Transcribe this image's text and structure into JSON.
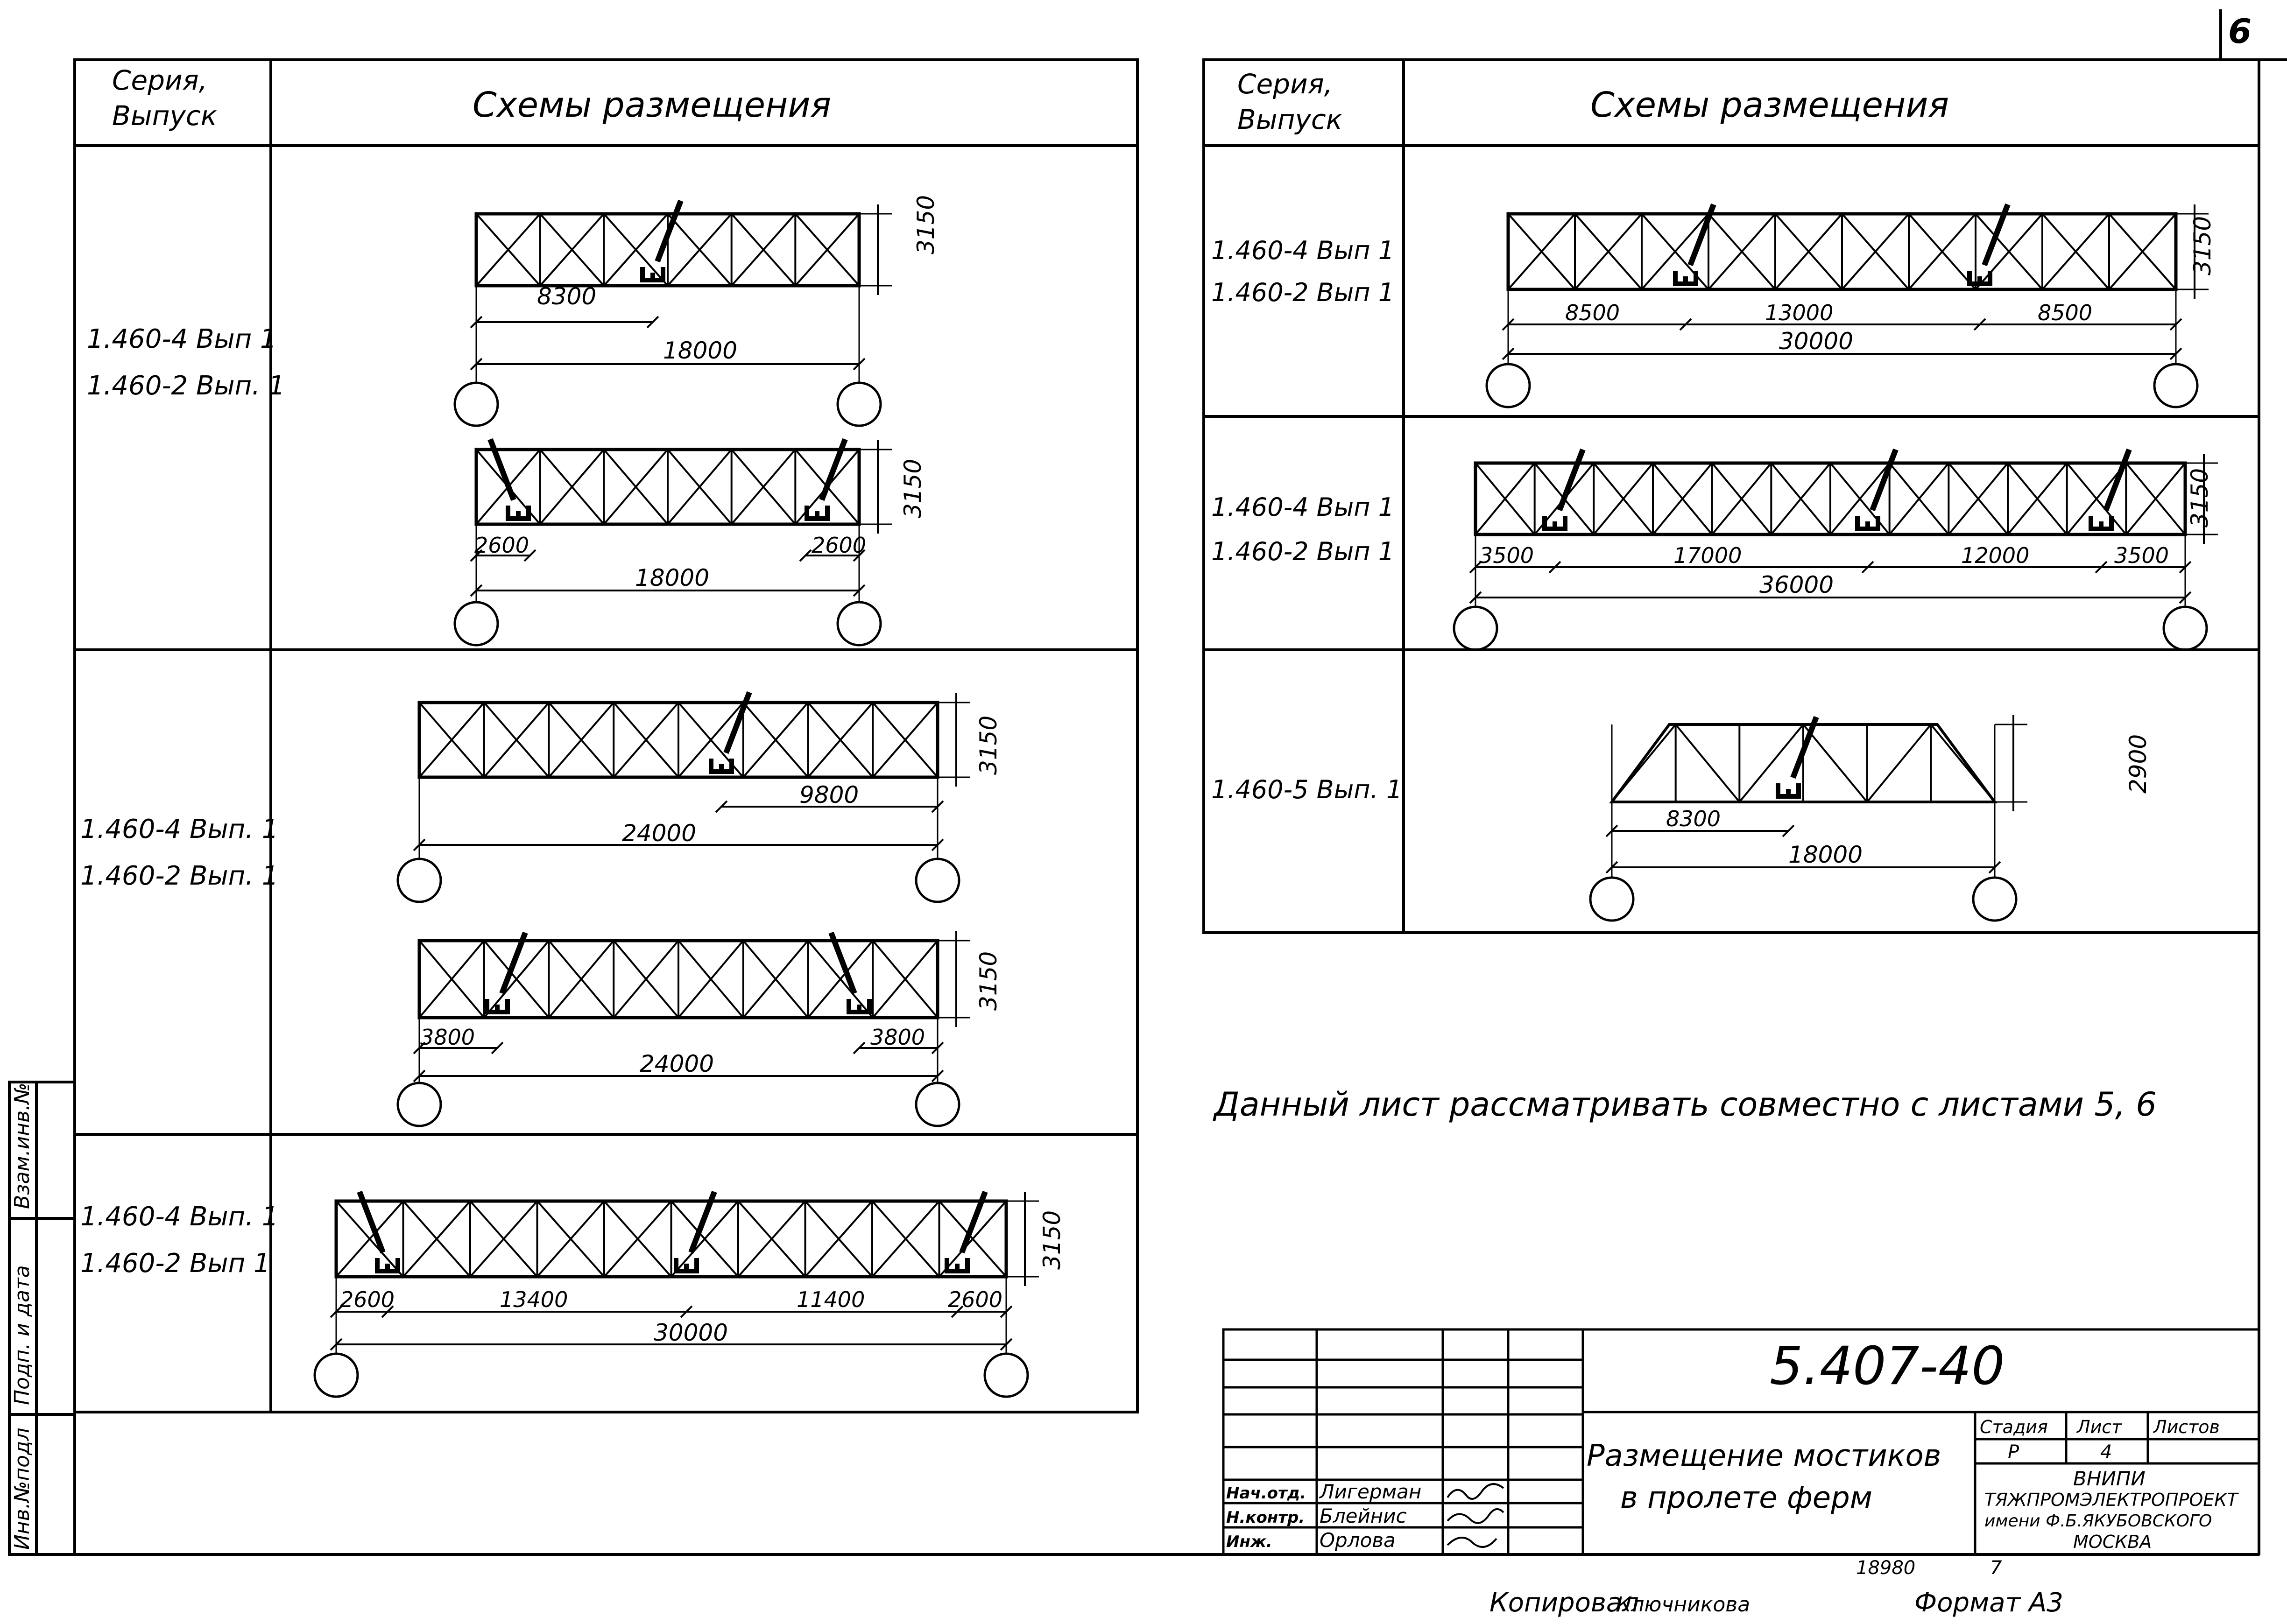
{
  "page_number": "6",
  "left_table": {
    "header_series": [
      "Серия,",
      "Выпуск"
    ],
    "header_schemes": "Схемы размещения",
    "rows": [
      {
        "series": [
          "1.460-4 Вып 1",
          "1.460-2 Вып. 1"
        ],
        "schemes": [
          {
            "height_label": "3150",
            "span_label": "18000",
            "dims": [
              "8300"
            ]
          },
          {
            "height_label": "3150",
            "span_label": "18000",
            "dims": [
              "2600",
              "2600"
            ]
          }
        ]
      },
      {
        "series": [
          "1.460-4 Вып. 1",
          "1.460-2 Вып. 1"
        ],
        "schemes": [
          {
            "height_label": "3150",
            "span_label": "24000",
            "dims": [
              "9800"
            ]
          },
          {
            "height_label": "3150",
            "span_label": "24000",
            "dims": [
              "3800",
              "3800"
            ]
          }
        ]
      },
      {
        "series": [
          "1.460-4 Вып. 1",
          "1.460-2 Вып 1"
        ],
        "schemes": [
          {
            "height_label": "3150",
            "span_label": "30000",
            "dims": [
              "2600",
              "13400",
              "11400",
              "2600"
            ]
          }
        ]
      }
    ]
  },
  "right_table": {
    "header_series": [
      "Серия,",
      "Выпуск"
    ],
    "header_schemes": "Схемы размещения",
    "rows": [
      {
        "series": [
          "1.460-4 Вып 1",
          "1.460-2 Вып 1"
        ],
        "schemes": [
          {
            "height_label": "3150",
            "span_label": "30000",
            "dims": [
              "8500",
              "13000",
              "8500"
            ]
          }
        ]
      },
      {
        "series": [
          "1.460-4 Вып 1",
          "1.460-2 Вып 1"
        ],
        "schemes": [
          {
            "height_label": "3150",
            "span_label": "36000",
            "dims": [
              "3500",
              "17000",
              "12000",
              "3500"
            ]
          }
        ]
      },
      {
        "series": [
          "1.460-5 Вып. 1"
        ],
        "schemes": [
          {
            "height_label": "2900",
            "span_label": "18000",
            "dims": [
              "8300"
            ]
          }
        ]
      }
    ]
  },
  "note": "Данный лист рассматривать совместно с листами 5, 6",
  "side_stamp": [
    "Взам.инв.№",
    "Подп. и дата",
    "Инв.№подл"
  ],
  "title_block": {
    "code": "5.407-40",
    "title": [
      "Размещение мостиков",
      "в пролете ферм"
    ],
    "stage_header": "Стадия",
    "sheet_header": "Лист",
    "sheets_header": "Листов",
    "stage": "Р",
    "sheet": "4",
    "org": [
      "ВНИПИ",
      "ТЯЖПРОМЭЛЕКТРОПРОЕКТ",
      "имени Ф.Б.ЯКУБОВСКОГО",
      "МОСКВА"
    ],
    "people": [
      {
        "role": "Нач.отд.",
        "name": "Лигерман"
      },
      {
        "role": "Н.контр.",
        "name": "Блейнис"
      },
      {
        "role": "Инж.",
        "name": "Орлова"
      }
    ]
  },
  "bottom": {
    "archive": "18980",
    "archive_sheet": "7",
    "copied": "Копировал",
    "copied_name": "Ключникова",
    "format": "Формат А3"
  }
}
